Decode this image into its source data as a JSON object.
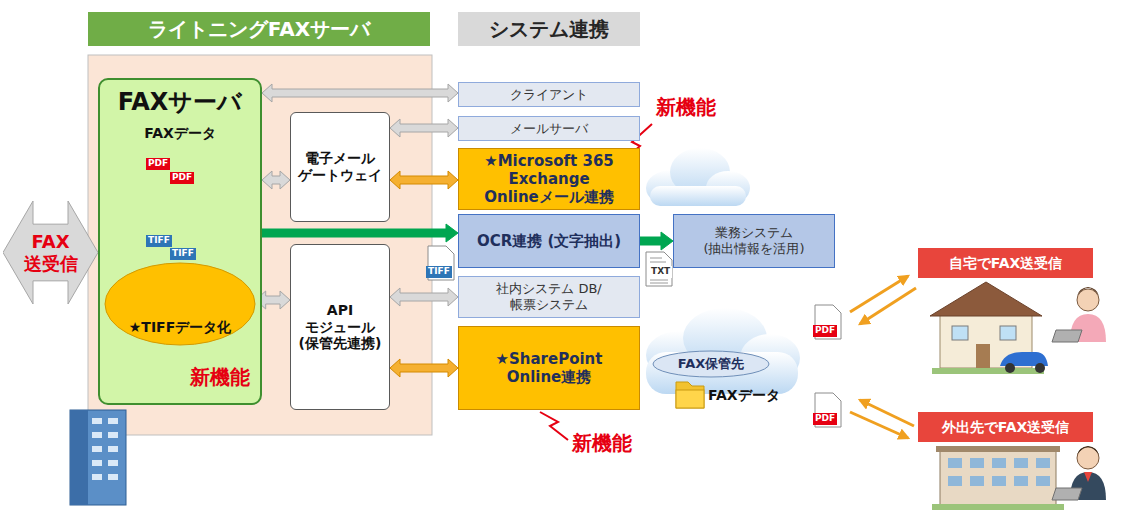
{
  "diagram": {
    "nodes": [
      {
        "text": [
          "ライトニングFAXサーバ"
        ]
      },
      {
        "text": [
          "システム連携"
        ]
      },
      {
        "text": [
          "FAX 送受信"
        ]
      },
      {
        "text": [
          "FAXサーバ",
          "FAXデータ"
        ]
      },
      {
        "text": [
          "★TIFFデータ化"
        ],
        "in": 3
      },
      {
        "text": [
          "電子メール ゲートウェイ"
        ]
      },
      {
        "text": [
          "API モジュール (保管先連携)"
        ]
      },
      {
        "text": [
          "クライアント"
        ]
      },
      {
        "text": [
          "メールサーバ"
        ]
      },
      {
        "text": [
          "★Microsoft 365 Exchange Onlineメール連携"
        ]
      },
      {
        "text": [
          "OCR連携 (文字抽出)"
        ]
      },
      {
        "text": [
          "業務システム (抽出情報を活用)"
        ]
      },
      {
        "text": [
          "社内システム DB/帳票システム"
        ]
      },
      {
        "text": [
          "★SharePoint Online連携"
        ]
      },
      {
        "text": [
          "FAX保管先"
        ]
      },
      {
        "text": [
          "自宅でFAX送受信"
        ]
      },
      {
        "text": [
          "外出先でFAX送受信"
        ]
      }
    ],
    "edges": [
      {
        "from": 3,
        "to": 7,
        "arrow": "both"
      },
      {
        "from": 3,
        "to": 5,
        "arrow": "both"
      },
      {
        "from": 5,
        "to": 8,
        "arrow": "both"
      },
      {
        "from": 5,
        "to": 9,
        "arrow": "both"
      },
      {
        "from": 3,
        "to": 10,
        "arrow": "to"
      },
      {
        "from": 10,
        "to": 11,
        "arrow": "to"
      },
      {
        "from": 4,
        "to": 6,
        "arrow": "both"
      },
      {
        "from": 6,
        "to": 12,
        "arrow": "both"
      },
      {
        "from": 6,
        "to": 13,
        "arrow": "both"
      }
    ],
    "labels": [
      "新機能",
      "新機能",
      "新機能",
      "PDF",
      "PDF",
      "TIFF",
      "TIFF",
      "TIFF",
      "TXT",
      "FAXデータ",
      "PDF",
      "PDF"
    ]
  }
}
